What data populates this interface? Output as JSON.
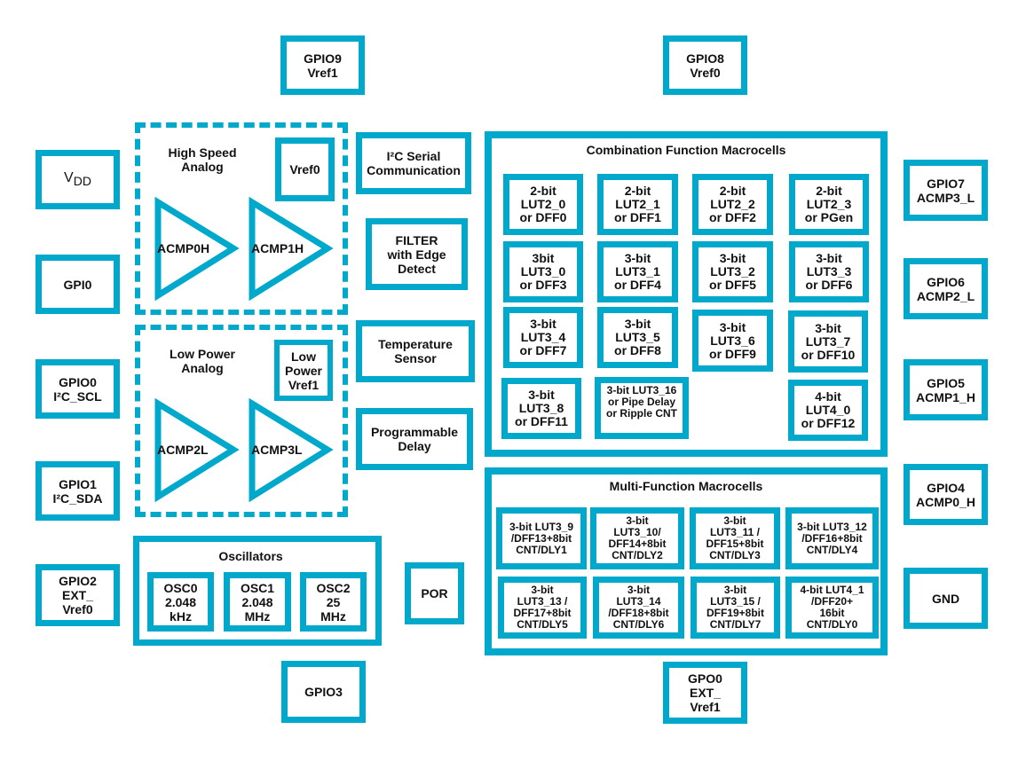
{
  "pins": {
    "gpio9": "GPIO9\nVref1",
    "gpio8": "GPIO8\nVref0",
    "vdd_main": "V",
    "vdd_sub": "DD",
    "gpi0": "GPI0",
    "gpio0": "GPIO0\nI²C_SCL",
    "gpio1": "GPIO1\nI²C_SDA",
    "gpio2": "GPIO2\nEXT_\nVref0",
    "gpio3": "GPIO3",
    "gpo0": "GPO0\nEXT_\nVref1",
    "gpio7": "GPIO7\nACMP3_L",
    "gpio6": "GPIO6\nACMP2_L",
    "gpio5": "GPIO5\nACMP1_H",
    "gpio4": "GPIO4\nACMP0_H",
    "gnd": "GND"
  },
  "analog": {
    "hs_title": "High Speed\nAnalog",
    "hs_vref": "Vref0",
    "acmp0h": "ACMP0H",
    "acmp1h": "ACMP1H",
    "lp_title": "Low Power\nAnalog",
    "lp_vref": "Low\nPower\nVref1",
    "acmp2l": "ACMP2L",
    "acmp3l": "ACMP3L"
  },
  "blocks": {
    "i2c": "I²C Serial\nCommunication",
    "filter": "FILTER\nwith Edge\nDetect",
    "temp": "Temperature\nSensor",
    "pdelay": "Programmable\nDelay",
    "por": "POR"
  },
  "oscillators": {
    "title": "Oscillators",
    "osc0": "OSC0\n2.048\nkHz",
    "osc1": "OSC1\n2.048\nMHz",
    "osc2": "OSC2\n25\nMHz"
  },
  "combination": {
    "title": "Combination Function Macrocells",
    "cells": [
      "2-bit\nLUT2_0\nor DFF0",
      "2-bit\nLUT2_1\nor DFF1",
      "2-bit\nLUT2_2\nor DFF2",
      "2-bit\nLUT2_3\nor PGen",
      "3bit\nLUT3_0\nor DFF3",
      "3-bit\nLUT3_1\nor DFF4",
      "3-bit\nLUT3_2\nor DFF5",
      "3-bit\nLUT3_3\nor DFF6",
      "3-bit\nLUT3_4\nor DFF7",
      "3-bit\nLUT3_5\nor DFF8",
      "3-bit\nLUT3_6\nor DFF9",
      "3-bit\nLUT3_7\nor DFF10",
      "3-bit\nLUT3_8\nor DFF11",
      "3-bit LUT3_16\nor Pipe Delay\nor Ripple CNT",
      "4-bit\nLUT4_0\nor DFF12"
    ]
  },
  "multifunction": {
    "title": "Multi-Function Macrocells",
    "cells": [
      "3-bit LUT3_9\n/DFF13+8bit\nCNT/DLY1",
      "3-bit\nLUT3_10/\nDFF14+8bit\nCNT/DLY2",
      "3-bit\nLUT3_11 /\nDFF15+8bit\nCNT/DLY3",
      "3-bit LUT3_12\n/DFF16+8bit\nCNT/DLY4",
      "3-bit\nLUT3_13 /\nDFF17+8bit\nCNT/DLY5",
      "3-bit\nLUT3_14\n/DFF18+8bit\nCNT/DLY6",
      "3-bit\nLUT3_15 /\nDFF19+8bit\nCNT/DLY7",
      "4-bit LUT4_1\n/DFF20+\n16bit\nCNT/DLY0"
    ]
  }
}
